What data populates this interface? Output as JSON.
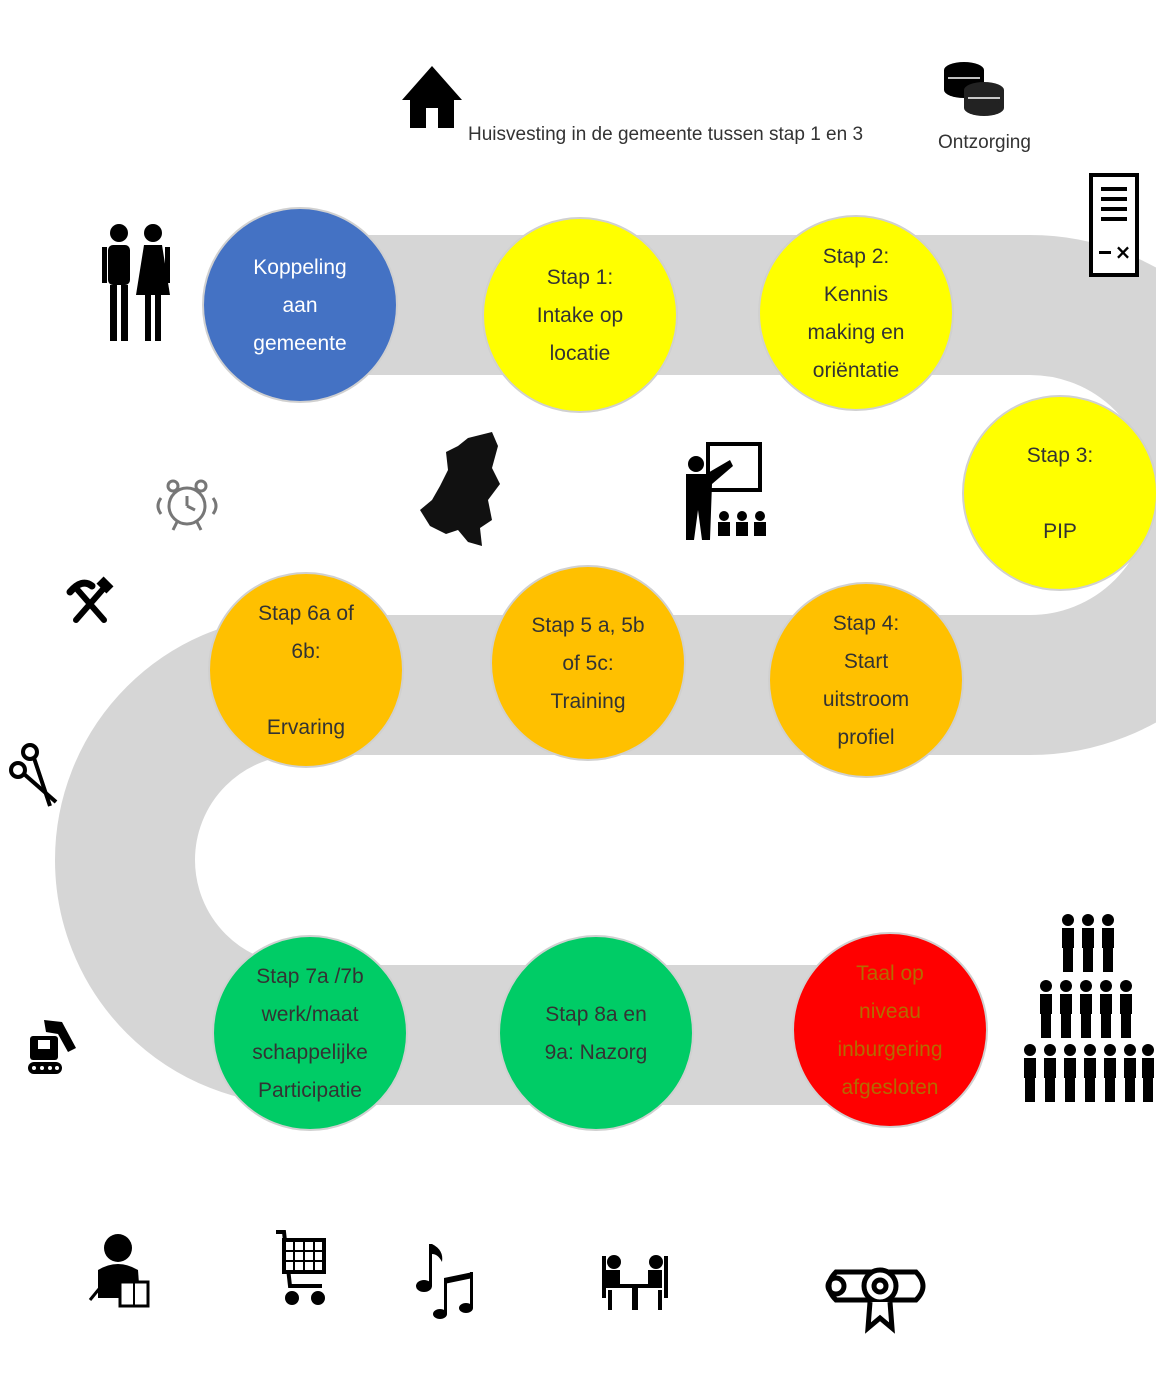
{
  "header": {
    "housing_text": "Huisvesting in de gemeente tussen stap 1 en 3",
    "unburdening_text": "Ontzorging"
  },
  "colors": {
    "road": "#d6d6d6",
    "blue": "#4472c4",
    "yellow": "#ffff00",
    "orange": "#ffc000",
    "green": "#00cc66",
    "red": "#ff0000"
  },
  "steps": [
    {
      "id": "koppeling",
      "lines": [
        "Koppeling",
        "aan",
        "gemeente"
      ],
      "color": "blue",
      "text_color": "#ffffff"
    },
    {
      "id": "stap1",
      "lines": [
        "Stap 1:",
        "Intake op",
        "locatie"
      ],
      "color": "yellow",
      "text_color": "#333333"
    },
    {
      "id": "stap2",
      "lines": [
        "Stap 2:",
        "Kennis",
        "making en",
        "oriëntatie"
      ],
      "color": "yellow",
      "text_color": "#333333"
    },
    {
      "id": "stap3",
      "lines": [
        "Stap 3:",
        "",
        "PIP"
      ],
      "color": "yellow",
      "text_color": "#333333"
    },
    {
      "id": "stap4",
      "lines": [
        "Stap 4:",
        "Start",
        "uitstroom",
        "profiel"
      ],
      "color": "orange",
      "text_color": "#333333"
    },
    {
      "id": "stap5",
      "lines": [
        "Stap 5 a, 5b",
        "of 5c:",
        "Training"
      ],
      "color": "orange",
      "text_color": "#333333"
    },
    {
      "id": "stap6",
      "lines": [
        "Stap 6a of",
        "6b:",
        "",
        "Ervaring"
      ],
      "color": "orange",
      "text_color": "#333333"
    },
    {
      "id": "stap7",
      "lines": [
        "Stap 7a /7b",
        "werk/maat",
        "schappelijke",
        "Participatie"
      ],
      "color": "green",
      "text_color": "#333333"
    },
    {
      "id": "stap8",
      "lines": [
        "Stap 8a en",
        "9a: Nazorg"
      ],
      "color": "green",
      "text_color": "#333333"
    },
    {
      "id": "taal",
      "lines": [
        "Taal op",
        "niveau",
        "inburgering",
        "afgesloten"
      ],
      "color": "red",
      "text_color": "#b36b00"
    }
  ],
  "icons": [
    "house-icon",
    "coins-icon",
    "contract-icon",
    "couple-icon",
    "alarm-clock-icon",
    "netherlands-map-icon",
    "teacher-icon",
    "hammer-pick-icon",
    "scissors-icon",
    "excavator-icon",
    "crowd-icon",
    "presenter-icon",
    "shopping-cart-icon",
    "music-icon",
    "meeting-icon",
    "diploma-icon"
  ]
}
